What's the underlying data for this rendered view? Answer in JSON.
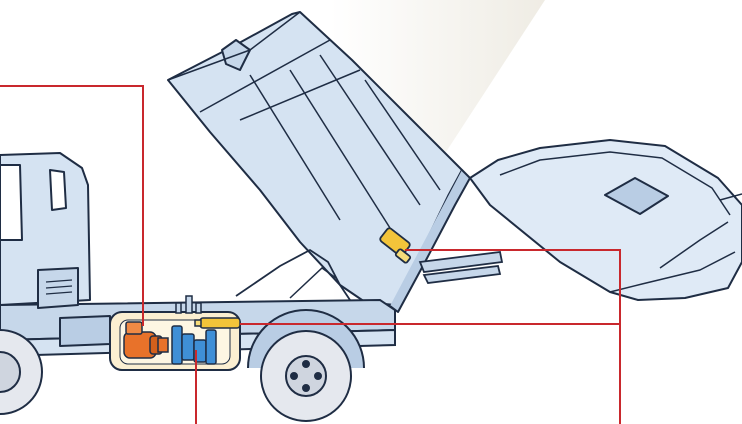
{
  "diagram": {
    "subject": "rear-loader-garbage-truck-hydraulic-system",
    "components": [
      {
        "name": "truck-cab",
        "color": "#d5e3f2"
      },
      {
        "name": "tipping-body",
        "color": "#d5e3f2"
      },
      {
        "name": "rear-hopper",
        "color": "#dfeaf6"
      },
      {
        "name": "electric-motor",
        "color": "#e8722a"
      },
      {
        "name": "hydraulic-pump",
        "color": "#e8722a"
      },
      {
        "name": "hydraulic-valves",
        "color": "#3f8fd6"
      },
      {
        "name": "hydraulic-cylinder",
        "color": "#f3c43a"
      },
      {
        "name": "lift-cylinder",
        "color": "#f3c43a"
      },
      {
        "name": "equipment-tank",
        "color": "#fbefd2"
      }
    ],
    "leader_line_color": "#c9282d",
    "outline_color": "#1f2d44"
  }
}
